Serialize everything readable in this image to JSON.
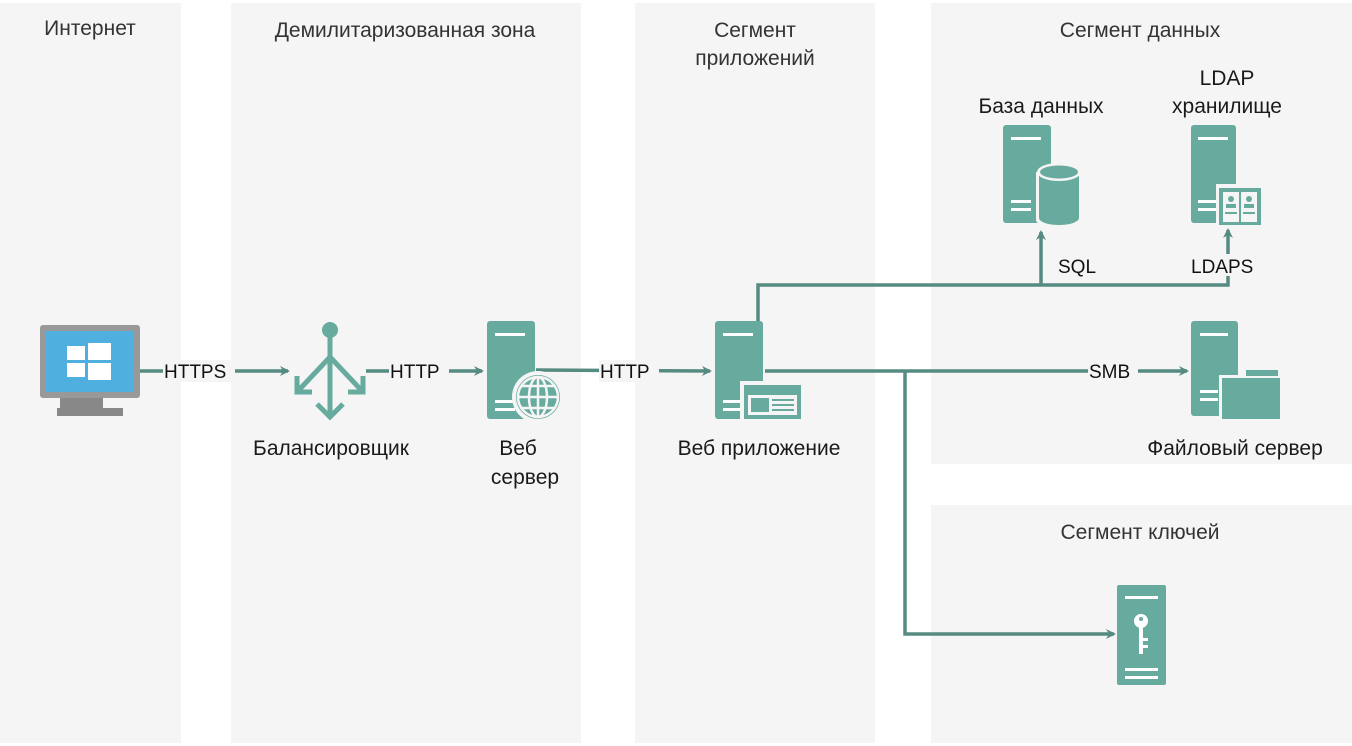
{
  "colors": {
    "zone": "#f5f5f5",
    "icon": "#67ab9f",
    "line": "#558b80",
    "monitor_screen": "#4fb0df",
    "monitor_frame": "#999999"
  },
  "zones": {
    "internet": "Интернет",
    "dmz": "Демилитаризованная зона",
    "app_line1": "Сегмент",
    "app_line2": "приложений",
    "data": "Сегмент данных",
    "keys": "Сегмент ключей"
  },
  "nodes": {
    "balancer": "Балансировщик",
    "web_server_line1": "Веб",
    "web_server_line2": "сервер",
    "web_app": "Веб приложение",
    "database": "База данных",
    "ldap_line1": "LDAP",
    "ldap_line2": "хранилище",
    "file_server": "Файловый сервер"
  },
  "edges": {
    "https": "HTTPS",
    "http1": "HTTP",
    "http2": "HTTP",
    "sql": "SQL",
    "ldaps": "LDAPS",
    "smb": "SMB"
  }
}
